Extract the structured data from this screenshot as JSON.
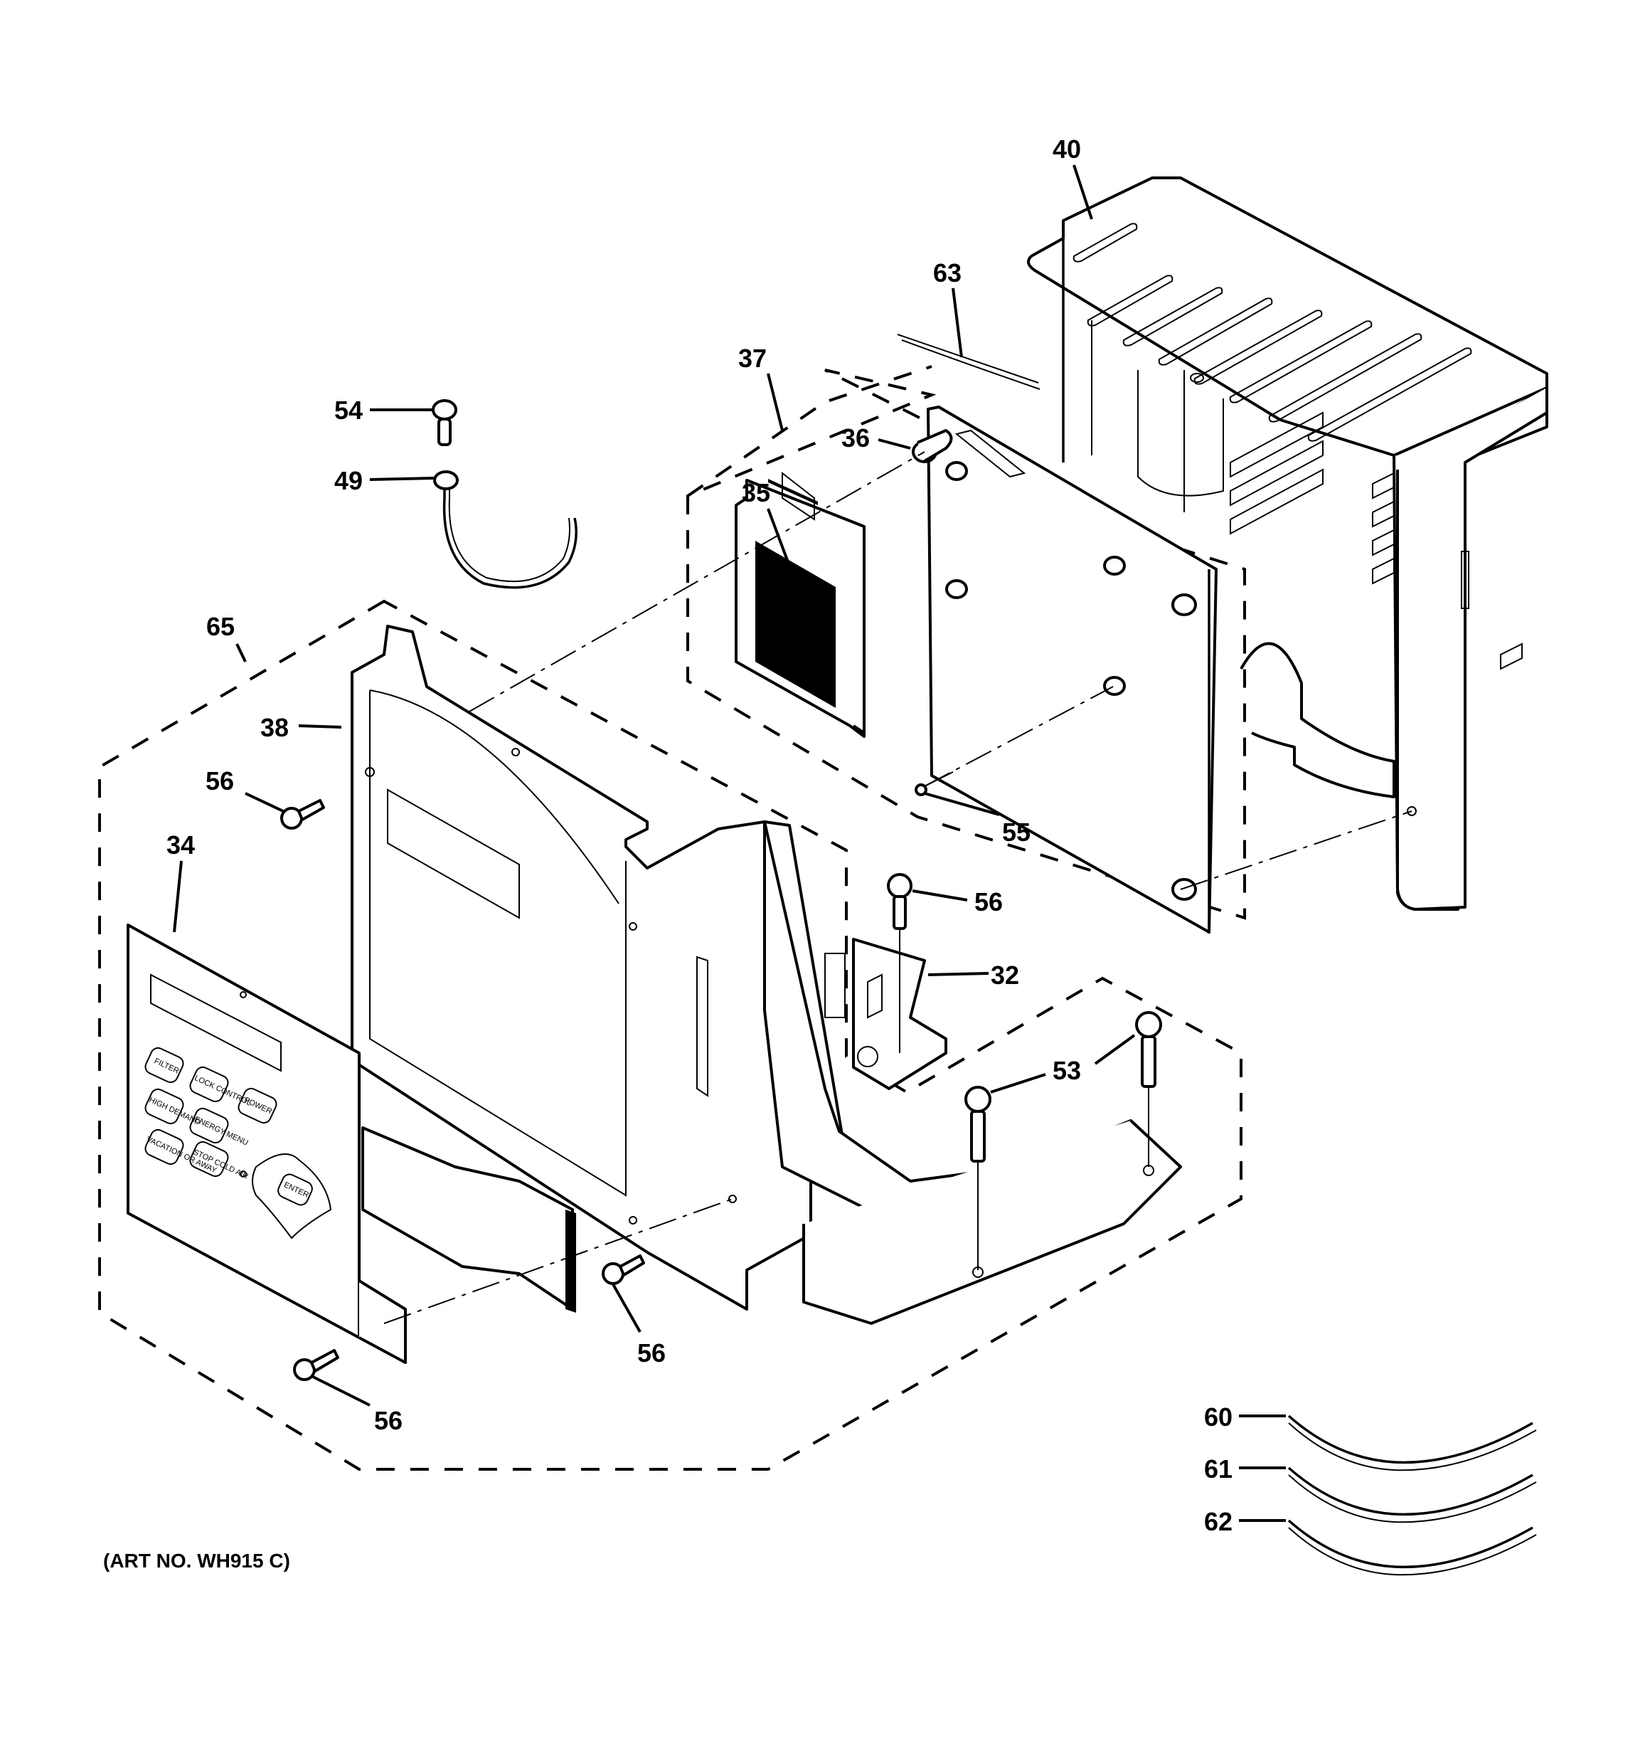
{
  "diagram": {
    "type": "exploded-parts-diagram",
    "art_number": "(ART NO. WH915 C)",
    "callouts": [
      {
        "id": "40",
        "label": "40",
        "part": "cover / housing"
      },
      {
        "id": "63",
        "label": "63",
        "part": "wire"
      },
      {
        "id": "37",
        "label": "37",
        "part": "control board assembly (group)"
      },
      {
        "id": "36",
        "label": "36",
        "part": "standoff"
      },
      {
        "id": "35",
        "label": "35",
        "part": "LCD display module"
      },
      {
        "id": "54",
        "label": "54",
        "part": "hex screw"
      },
      {
        "id": "49",
        "label": "49",
        "part": "ground wire with ring terminal"
      },
      {
        "id": "65",
        "label": "65",
        "part": "control panel assembly (group)"
      },
      {
        "id": "38",
        "label": "38",
        "part": "control housing"
      },
      {
        "id": "56a",
        "label": "56",
        "part": "screw"
      },
      {
        "id": "34",
        "label": "34",
        "part": "keypad / membrane panel"
      },
      {
        "id": "55",
        "label": "55",
        "part": "screw"
      },
      {
        "id": "56b",
        "label": "56",
        "part": "screw"
      },
      {
        "id": "32",
        "label": "32",
        "part": "power supply board"
      },
      {
        "id": "53",
        "label": "53",
        "part": "screws"
      },
      {
        "id": "56c",
        "label": "56",
        "part": "screw"
      },
      {
        "id": "56d",
        "label": "56",
        "part": "screw"
      },
      {
        "id": "60",
        "label": "60",
        "part": "wire"
      },
      {
        "id": "61",
        "label": "61",
        "part": "wire"
      },
      {
        "id": "62",
        "label": "62",
        "part": "wire"
      }
    ],
    "keypad": {
      "buttons": [
        "FILTER",
        "LOCK CONTROL",
        "HIGH DEMAND",
        "POWER",
        "ENERGY MENU",
        "VACATION OR AWAY",
        "STOP COLD AIR",
        "ENTER"
      ]
    }
  }
}
